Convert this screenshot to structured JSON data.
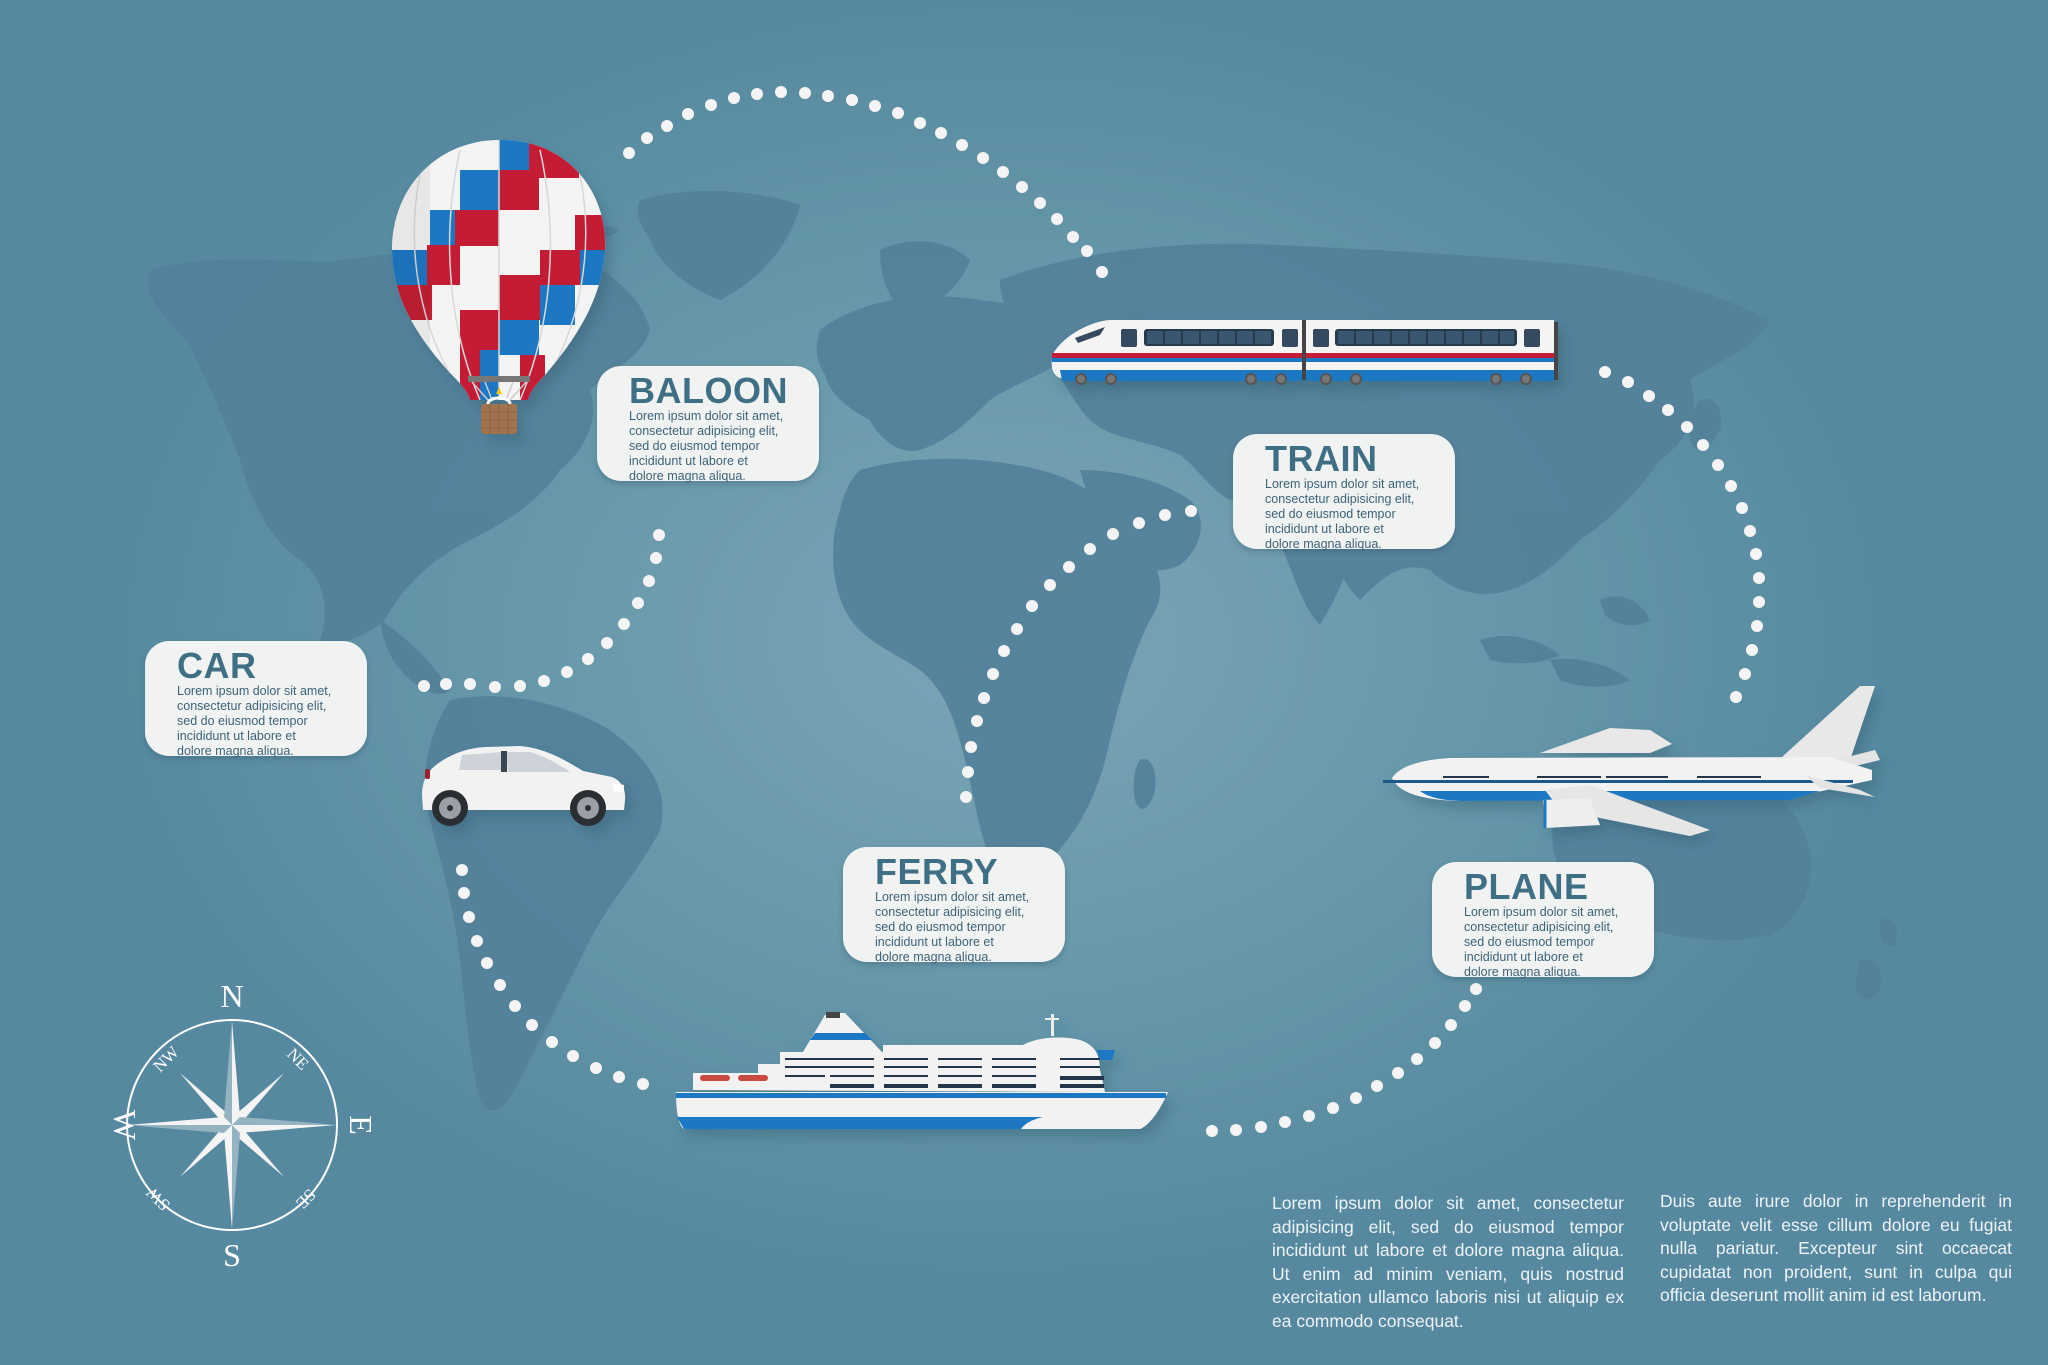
{
  "infographic": {
    "theme_colors": {
      "background": "#5689a0",
      "background_center": "#7aa5b6",
      "land": "#4f7d91",
      "card_bg": "#f1f2f2",
      "card_title": "#3f6f85",
      "balloon_red": "#c41f35",
      "balloon_blue": "#1e78c2",
      "vehicle_blue": "#1e78c2",
      "dots": "#f4f4f4"
    },
    "cards": {
      "baloon": {
        "title": "BALOON",
        "body": "Lorem ipsum dolor sit amet,\nconsectetur adipisicing elit,\nsed do eiusmod tempor\nincididunt ut labore et\ndolore magna aliqua.",
        "icon": "hot-air-balloon-icon"
      },
      "train": {
        "title": "TRAIN",
        "body": "Lorem ipsum dolor sit amet,\nconsectetur adipisicing elit,\nsed do eiusmod tempor\nincididunt ut labore et\ndolore magna aliqua.",
        "icon": "high-speed-train-icon"
      },
      "car": {
        "title": "CAR",
        "body": "Lorem ipsum dolor sit amet,\nconsectetur adipisicing elit,\nsed do eiusmod tempor\nincididunt ut labore et\ndolore magna aliqua.",
        "icon": "hatchback-car-icon"
      },
      "ferry": {
        "title": "FERRY",
        "body": "Lorem ipsum dolor sit amet,\nconsectetur adipisicing elit,\nsed do eiusmod tempor\nincididunt ut labore et\ndolore magna aliqua.",
        "icon": "cruise-ferry-icon"
      },
      "plane": {
        "title": "PLANE",
        "body": "Lorem ipsum dolor sit amet,\nconsectetur adipisicing elit,\nsed do eiusmod tempor\nincididunt ut labore et\ndolore magna aliqua.",
        "icon": "airliner-icon"
      }
    },
    "compass": {
      "icon": "compass-rose-icon",
      "n": "N",
      "s": "S",
      "e": "E",
      "w": "W",
      "ne": "NE",
      "nw": "NW",
      "se": "SE",
      "sw": "SW"
    },
    "footer": {
      "paragraph_1": "Lorem ipsum dolor sit amet, consectetur adipisicing elit, sed do eiusmod tempor incididunt ut labore et dolore magna aliqua. Ut enim ad minim veniam, quis nostrud exercitation ullamco laboris nisi ut aliquip ex ea commodo consequat.",
      "paragraph_2": "Duis aute irure dolor in reprehenderit in voluptate velit esse cillum dolore eu fugiat nulla pariatur. Excepteur sint occaecat cupidatat non proident, sunt in culpa qui officia deserunt mollit anim id est laborum."
    }
  }
}
